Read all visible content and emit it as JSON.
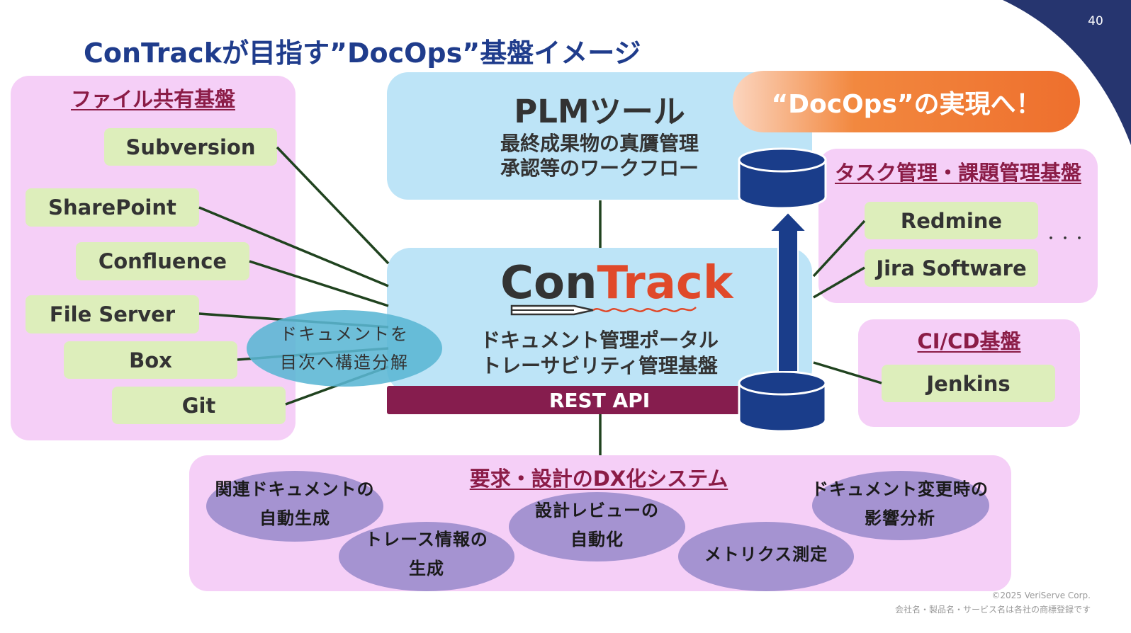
{
  "page_number": "40",
  "title": "ConTrackが目指す”DocOps”基盤イメージ",
  "file_sharing": {
    "title": "ファイル共有基盤",
    "items": [
      "Subversion",
      "SharePoint",
      "Confluence",
      "File Server",
      "Box",
      "Git"
    ]
  },
  "decompose_bubble": {
    "line1": "ドキュメントを",
    "line2": "目次へ構造分解"
  },
  "plm": {
    "title": "PLMツール",
    "line1": "最終成果物の真贋管理",
    "line2": "承認等のワークフロー"
  },
  "docops_banner": "“DocOps”の実現へ！",
  "contrack": {
    "logo_con": "Con",
    "logo_track": "Track",
    "line1": "ドキュメント管理ポータル",
    "line2": "トレーサビリティ管理基盤",
    "rest_api": "REST API"
  },
  "task_mgmt": {
    "title": "タスク管理・課題管理基盤",
    "items": [
      "Redmine",
      "Jira Software"
    ],
    "ellipsis": "・・・"
  },
  "cicd": {
    "title": "CI/CD基盤",
    "items": [
      "Jenkins"
    ]
  },
  "dx_system": {
    "title": "要求・設計のDX化システム",
    "ovals": [
      {
        "line1": "関連ドキュメントの",
        "line2": "自動生成"
      },
      {
        "line1": "トレース情報の",
        "line2": "生成"
      },
      {
        "line1": "設計レビューの",
        "line2": "自動化"
      },
      {
        "line1": "メトリクス測定",
        "line2": ""
      },
      {
        "line1": "ドキュメント変更時の",
        "line2": "影響分析"
      }
    ]
  },
  "footer": {
    "copyright": "©2025 VeriServe Corp.",
    "trademark": "会社名・製品名・サービス名は各社の商標登録です"
  },
  "colors": {
    "title_blue": "#1f3c8c",
    "corner_navy": "#26356f",
    "box_pink": "#f5cff7",
    "box_lightblue": "#bde4f7",
    "tag_green": "#ddeebb",
    "underline_title": "#8b1c47",
    "rest_api": "#861d4e",
    "db_blue": "#1a3d8a",
    "oval_purple": "#a593d1",
    "bubble_teal": "#5ab6d4",
    "banner_orange": "#ee6f2d",
    "connector": "#20431f"
  }
}
